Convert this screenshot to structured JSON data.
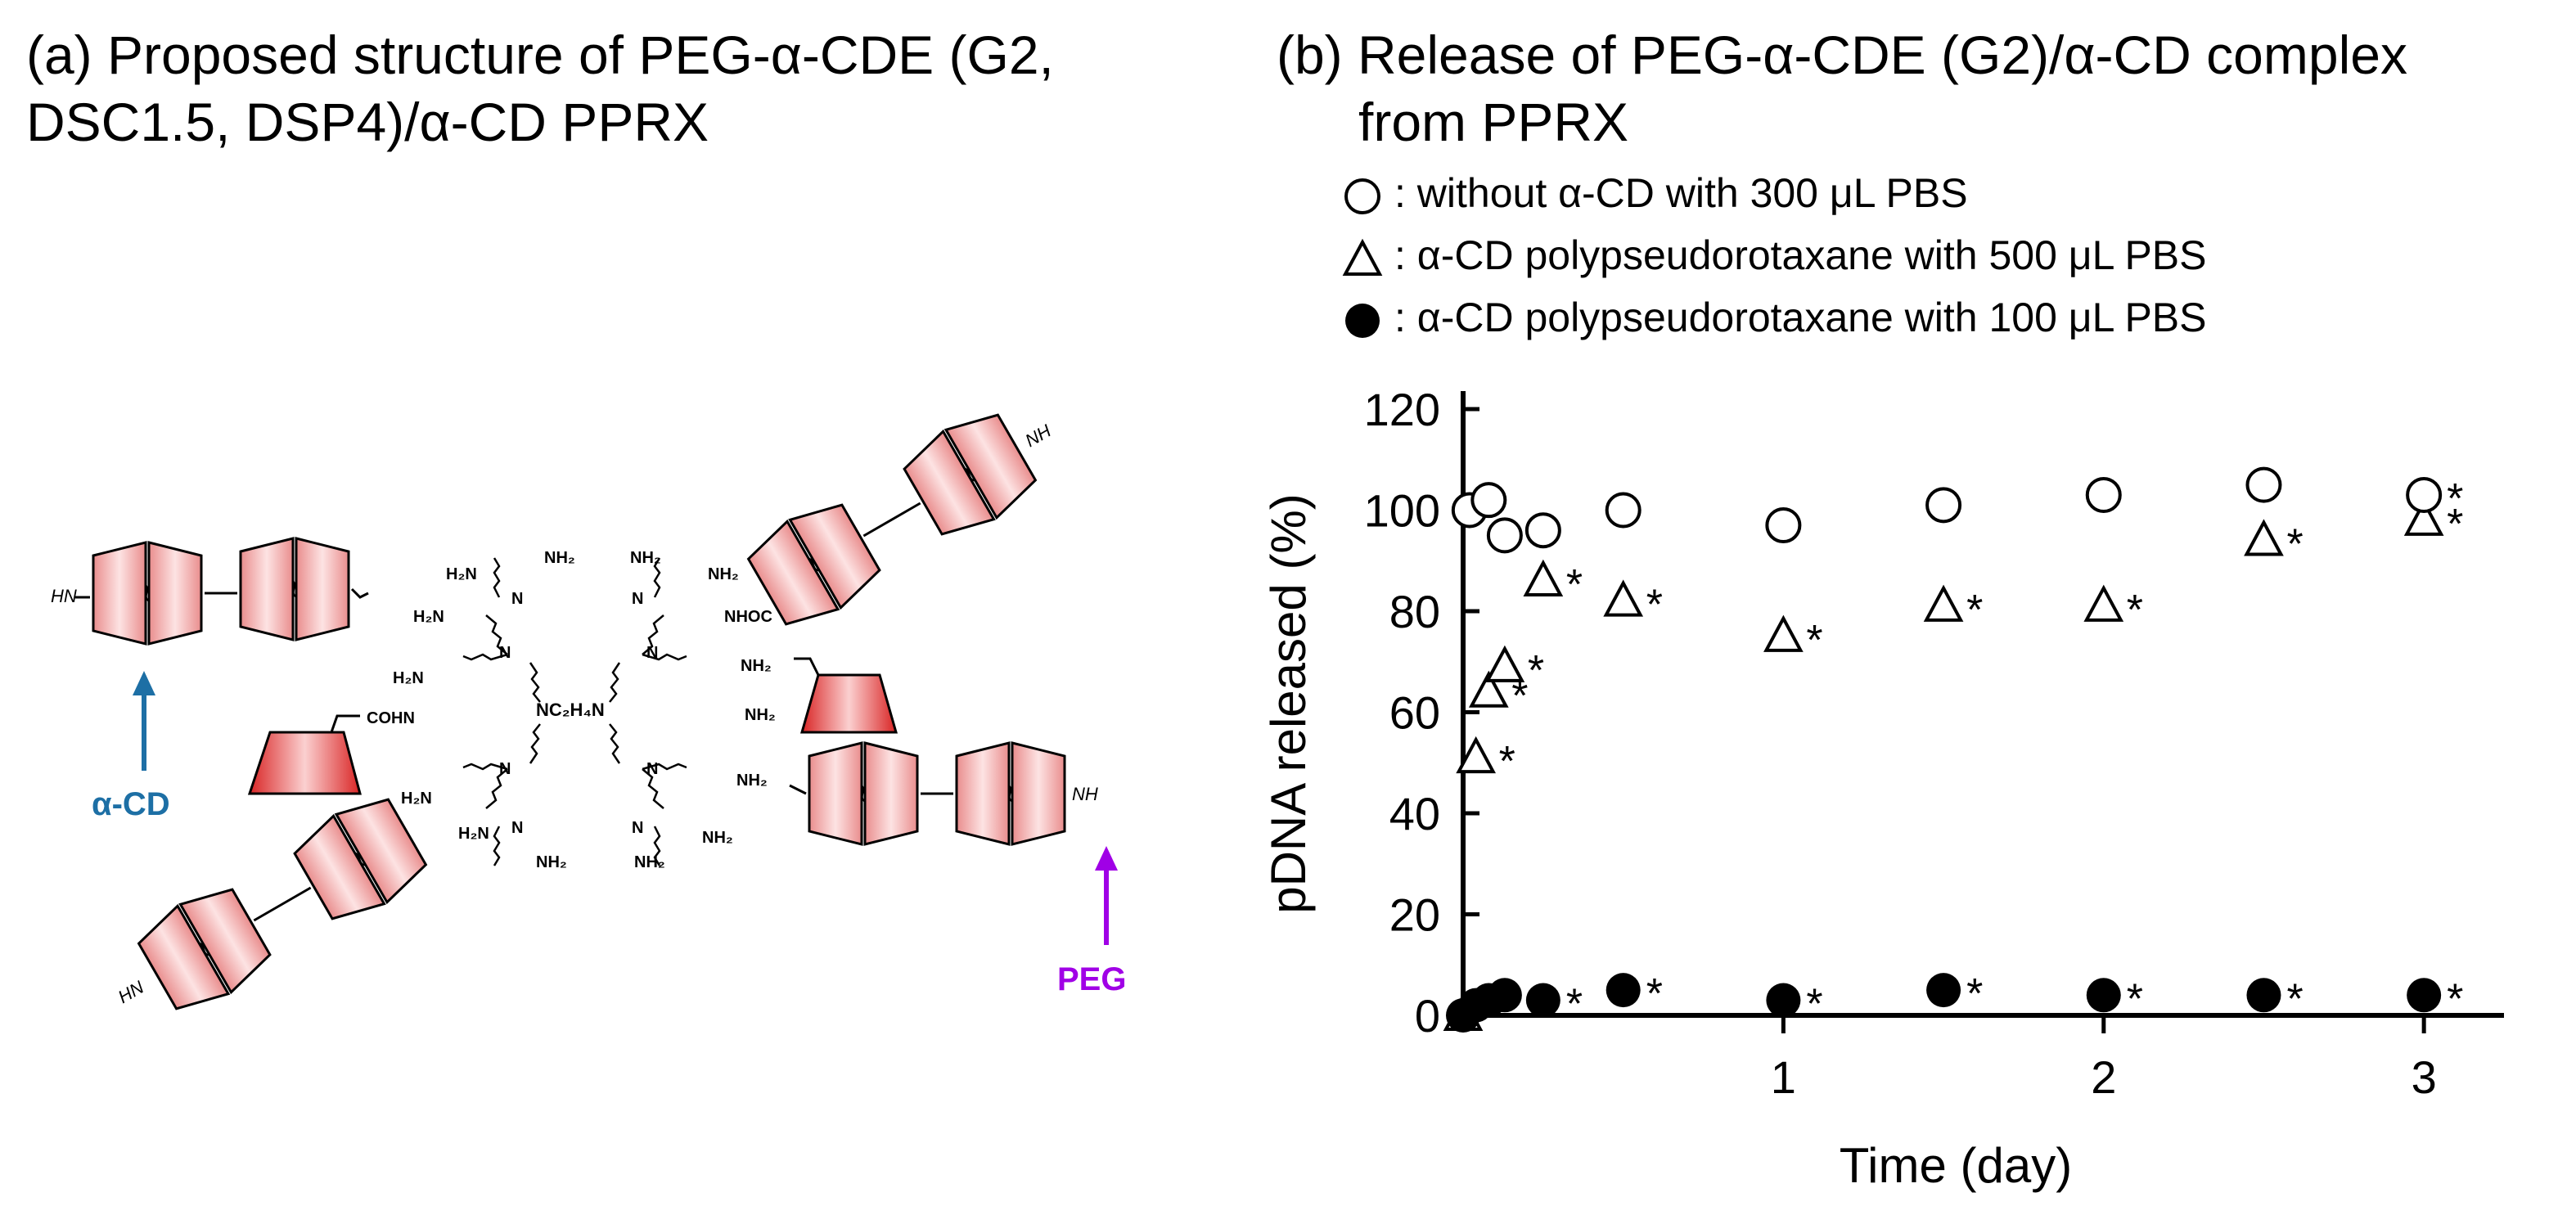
{
  "panel_a": {
    "title_line1": "(a) Proposed structure of PEG-α-CDE (G2,",
    "title_line2": "DSC1.5, DSP4)/α-CD PPRX",
    "label_acd": "α-CD",
    "label_peg": "PEG",
    "label_hn": "HN",
    "label_nh": "NH",
    "label_nh2": "NH₂",
    "label_h2n": "H₂N",
    "label_n": "N",
    "label_core": "NC₂H₄N",
    "label_nhoc": "NHOC",
    "label_cohn": "COHN",
    "colors": {
      "acd_arrow": "#1d6fa5",
      "peg_arrow": "#a000e6",
      "ring_fill": "#f4b5b5",
      "cap_fill": "#e84545"
    }
  },
  "panel_b": {
    "title_line1": "(b) Release of PEG-α-CDE (G2)/α-CD complex",
    "title_line2": "from PPRX",
    "legend": [
      {
        "symbol": "open-circle",
        "text": ": without α-CD with 300 μL PBS"
      },
      {
        "symbol": "open-triangle",
        "text": ": α-CD polypseudorotaxane with 500 μL PBS"
      },
      {
        "symbol": "filled-circle",
        "text": ": α-CD polypseudorotaxane with 100 μL PBS"
      }
    ]
  },
  "chart_data": {
    "type": "scatter",
    "title": "",
    "xlabel": "Time (day)",
    "ylabel": "pDNA released (%)",
    "xlim": [
      0,
      3.25
    ],
    "ylim": [
      0,
      120
    ],
    "xticks": [
      1,
      2,
      3
    ],
    "yticks": [
      0,
      20,
      40,
      60,
      80,
      100,
      120
    ],
    "grid": false,
    "legend_position": "top",
    "significance_marker": "*",
    "series": [
      {
        "name": "without α-CD with 300 μL PBS",
        "marker": "open-circle",
        "x": [
          0.02,
          0.08,
          0.13,
          0.25,
          0.5,
          1,
          1.5,
          2,
          2.5,
          3
        ],
        "y": [
          100,
          102,
          95,
          96,
          100,
          97,
          101,
          103,
          105,
          103
        ],
        "significant": [
          false,
          false,
          false,
          false,
          false,
          false,
          false,
          false,
          false,
          true
        ]
      },
      {
        "name": "α-CD polypseudorotaxane with 500 μL PBS",
        "marker": "open-triangle",
        "x": [
          0,
          0.04,
          0.08,
          0.13,
          0.25,
          0.5,
          1,
          1.5,
          2,
          2.5,
          3
        ],
        "y": [
          0,
          51,
          64,
          69,
          86,
          82,
          75,
          81,
          81,
          94,
          98
        ],
        "significant": [
          false,
          true,
          true,
          true,
          true,
          true,
          true,
          true,
          true,
          true,
          true
        ]
      },
      {
        "name": "α-CD polypseudorotaxane with 100 μL PBS",
        "marker": "filled-circle",
        "x": [
          0,
          0.04,
          0.08,
          0.13,
          0.25,
          0.5,
          1,
          1.5,
          2,
          2.5,
          3
        ],
        "y": [
          0,
          2,
          3,
          4,
          3,
          5,
          3,
          5,
          4,
          4,
          4
        ],
        "significant": [
          false,
          false,
          false,
          false,
          true,
          true,
          true,
          true,
          true,
          true,
          true
        ]
      }
    ]
  }
}
